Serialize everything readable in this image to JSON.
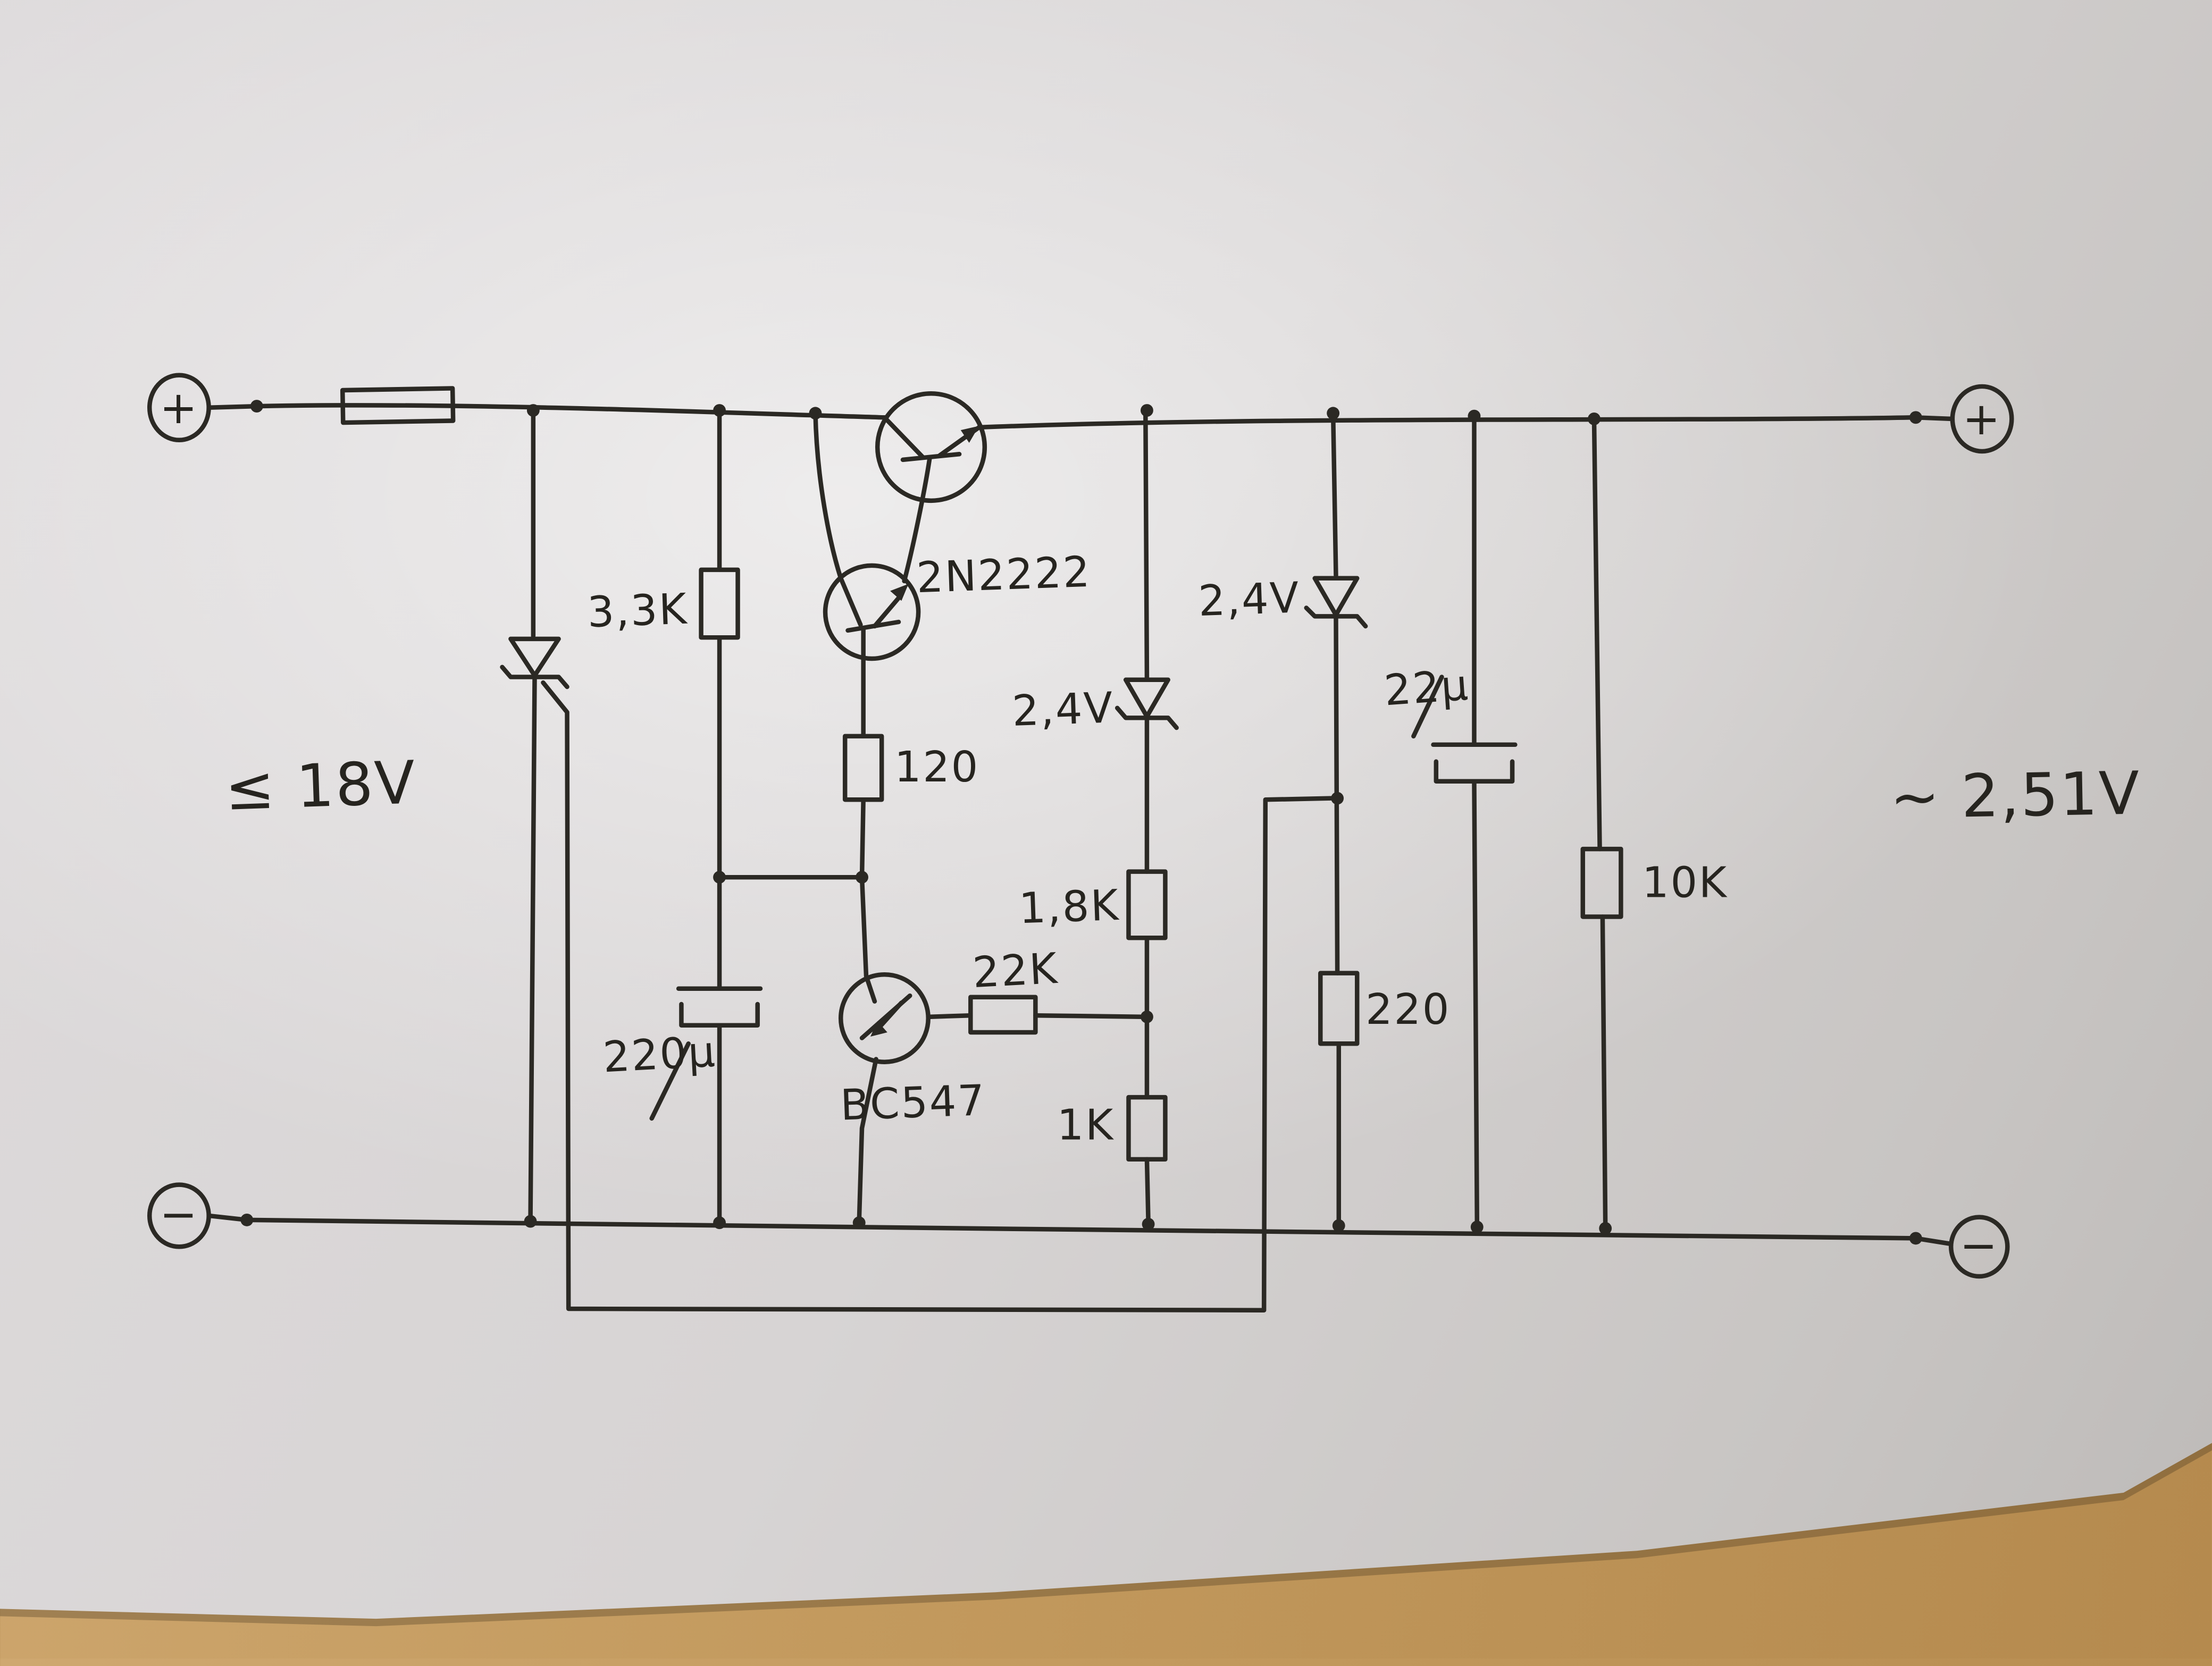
{
  "colors": {
    "ink": "#2b2924",
    "paper": "#d8d5d4",
    "wood": "#c49a63"
  },
  "schematic": {
    "input": {
      "voltage": "≤ 18V",
      "plus": "+",
      "minus": "−"
    },
    "output": {
      "voltage": "~ 2,51V",
      "plus": "+",
      "minus": "−"
    },
    "components": {
      "r_3k3": "3,3K",
      "q_2n2222": "2N2222",
      "r_120": "120",
      "c_220u": "220µ",
      "q_bc547": "BC547",
      "r_22k": "22K",
      "z_mid_2v4": "2,4V",
      "r_1k8": "1,8K",
      "r_1k": "1K",
      "z_right_2v4": "2,4V",
      "r_220": "220",
      "c_22u": "22µ",
      "r_10k": "10K"
    }
  }
}
